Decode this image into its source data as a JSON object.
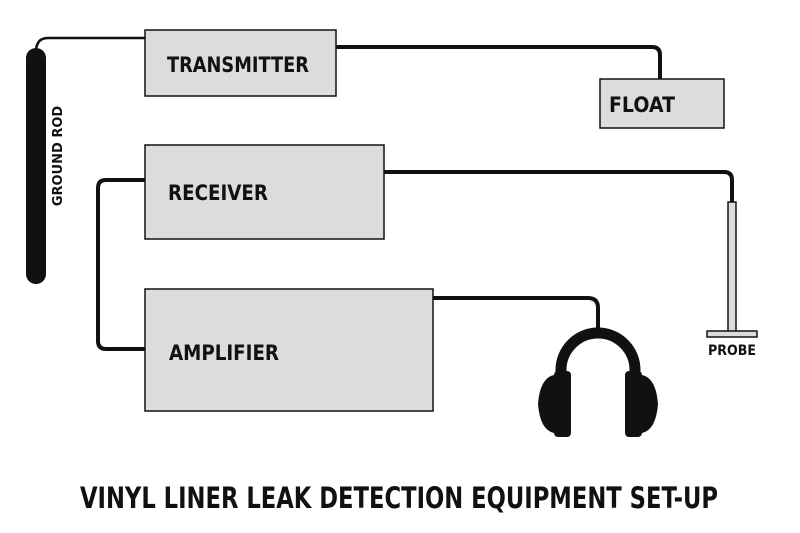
{
  "diagram": {
    "title": "VINYL LINER LEAK DETECTION EQUIPMENT SET-UP",
    "components": {
      "transmitter": "TRANSMITTER",
      "float": "FLOAT",
      "receiver": "RECEIVER",
      "amplifier": "AMPLIFIER",
      "ground_rod": "GROUND ROD",
      "probe": "PROBE"
    },
    "colors": {
      "box_fill": "#dcdcdc",
      "line": "#111111",
      "background": "#ffffff"
    }
  }
}
